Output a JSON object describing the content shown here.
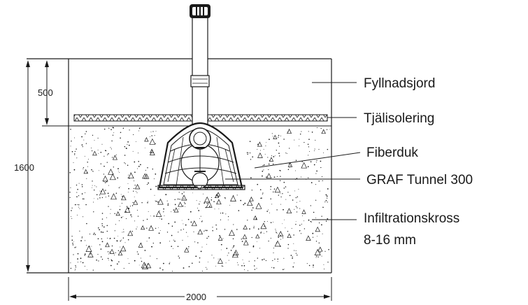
{
  "labels": {
    "fill_soil": "Fyllnadsjord",
    "frost_insulation": "Tjälisolering",
    "geotextile": "Fiberduk",
    "tunnel": "GRAF Tunnel 300",
    "infiltration_line1": "Infiltrationskross",
    "infiltration_line2": "8-16 mm"
  },
  "dimensions": {
    "cover_depth": "500",
    "total_depth": "1600",
    "width": "2000"
  },
  "colors": {
    "line": "#1a1a1a",
    "background": "#ffffff"
  }
}
